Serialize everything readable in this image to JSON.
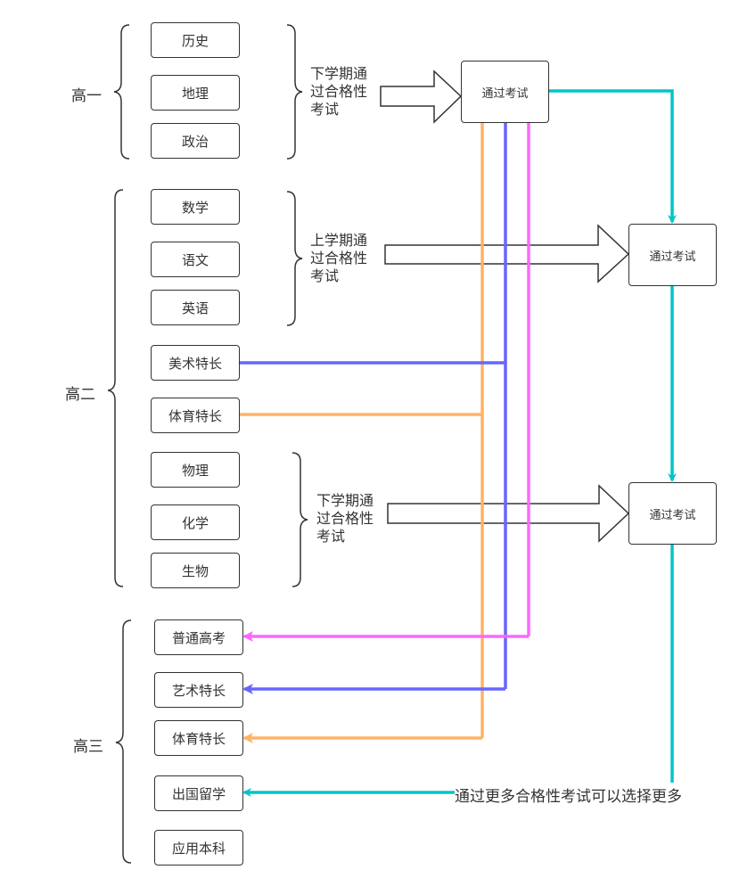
{
  "grades": {
    "g1": "高一",
    "g2": "高二",
    "g3": "高三"
  },
  "subjects": {
    "history": "历史",
    "geography": "地理",
    "politics": "政治",
    "math": "数学",
    "chinese": "语文",
    "english": "英语",
    "art_specialty": "美术特长",
    "sports_specialty": "体育特长",
    "physics": "物理",
    "chemistry": "化学",
    "biology": "生物"
  },
  "outcomes": {
    "regular_gaokao": "普通高考",
    "art_specialty": "艺术特长",
    "sports_specialty": "体育特长",
    "study_abroad": "出国留学",
    "applied_undergrad": "应用本科"
  },
  "notes": {
    "g1_second_term": "下学期通\n过合格性\n考试",
    "g2_first_term": "上学期通\n过合格性\n考试",
    "g2_second_term": "下学期通\n过合格性\n考试"
  },
  "exams": {
    "exam1": "通过考试",
    "exam2": "通过考试",
    "exam3": "通过考试"
  },
  "footnote": "通过更多合格性考试可以选择更多",
  "colors": {
    "teal": "#00c5c8",
    "orange": "#ffb366",
    "blue": "#6666ff",
    "magenta": "#ff66ff",
    "outline": "#333333"
  }
}
